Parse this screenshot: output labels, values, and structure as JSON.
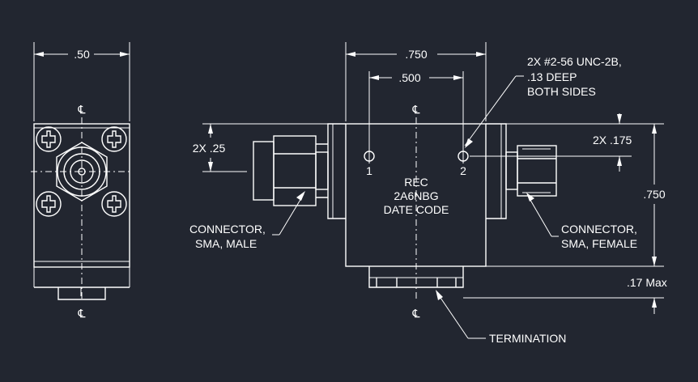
{
  "colors": {
    "background": "#222630",
    "lines": "#ffffff"
  },
  "side_view": {
    "width_dim": ".50",
    "centerline_symbol": "℄"
  },
  "front_view": {
    "width_dim": ".750",
    "hole_spacing_dim": ".500",
    "height_dim": ".750",
    "connector_offset_dim": "2X .25",
    "hole_offset_dim": "2X .175",
    "termination_height_dim": ".17 Max",
    "thread_note_line1": "2X #2-56 UNC-2B,",
    "thread_note_line2": ".13 DEEP",
    "thread_note_line3": "BOTH SIDES",
    "port1_label": "1",
    "port2_label": "2",
    "body_label_line1": "REC",
    "body_label_line2": "2A6NBG",
    "body_label_line3": "DATE CODE",
    "left_connector_line1": "CONNECTOR,",
    "left_connector_line2": "SMA, MALE",
    "right_connector_line1": "CONNECTOR,",
    "right_connector_line2": "SMA, FEMALE",
    "termination_label": "TERMINATION",
    "centerline_symbol": "℄"
  }
}
